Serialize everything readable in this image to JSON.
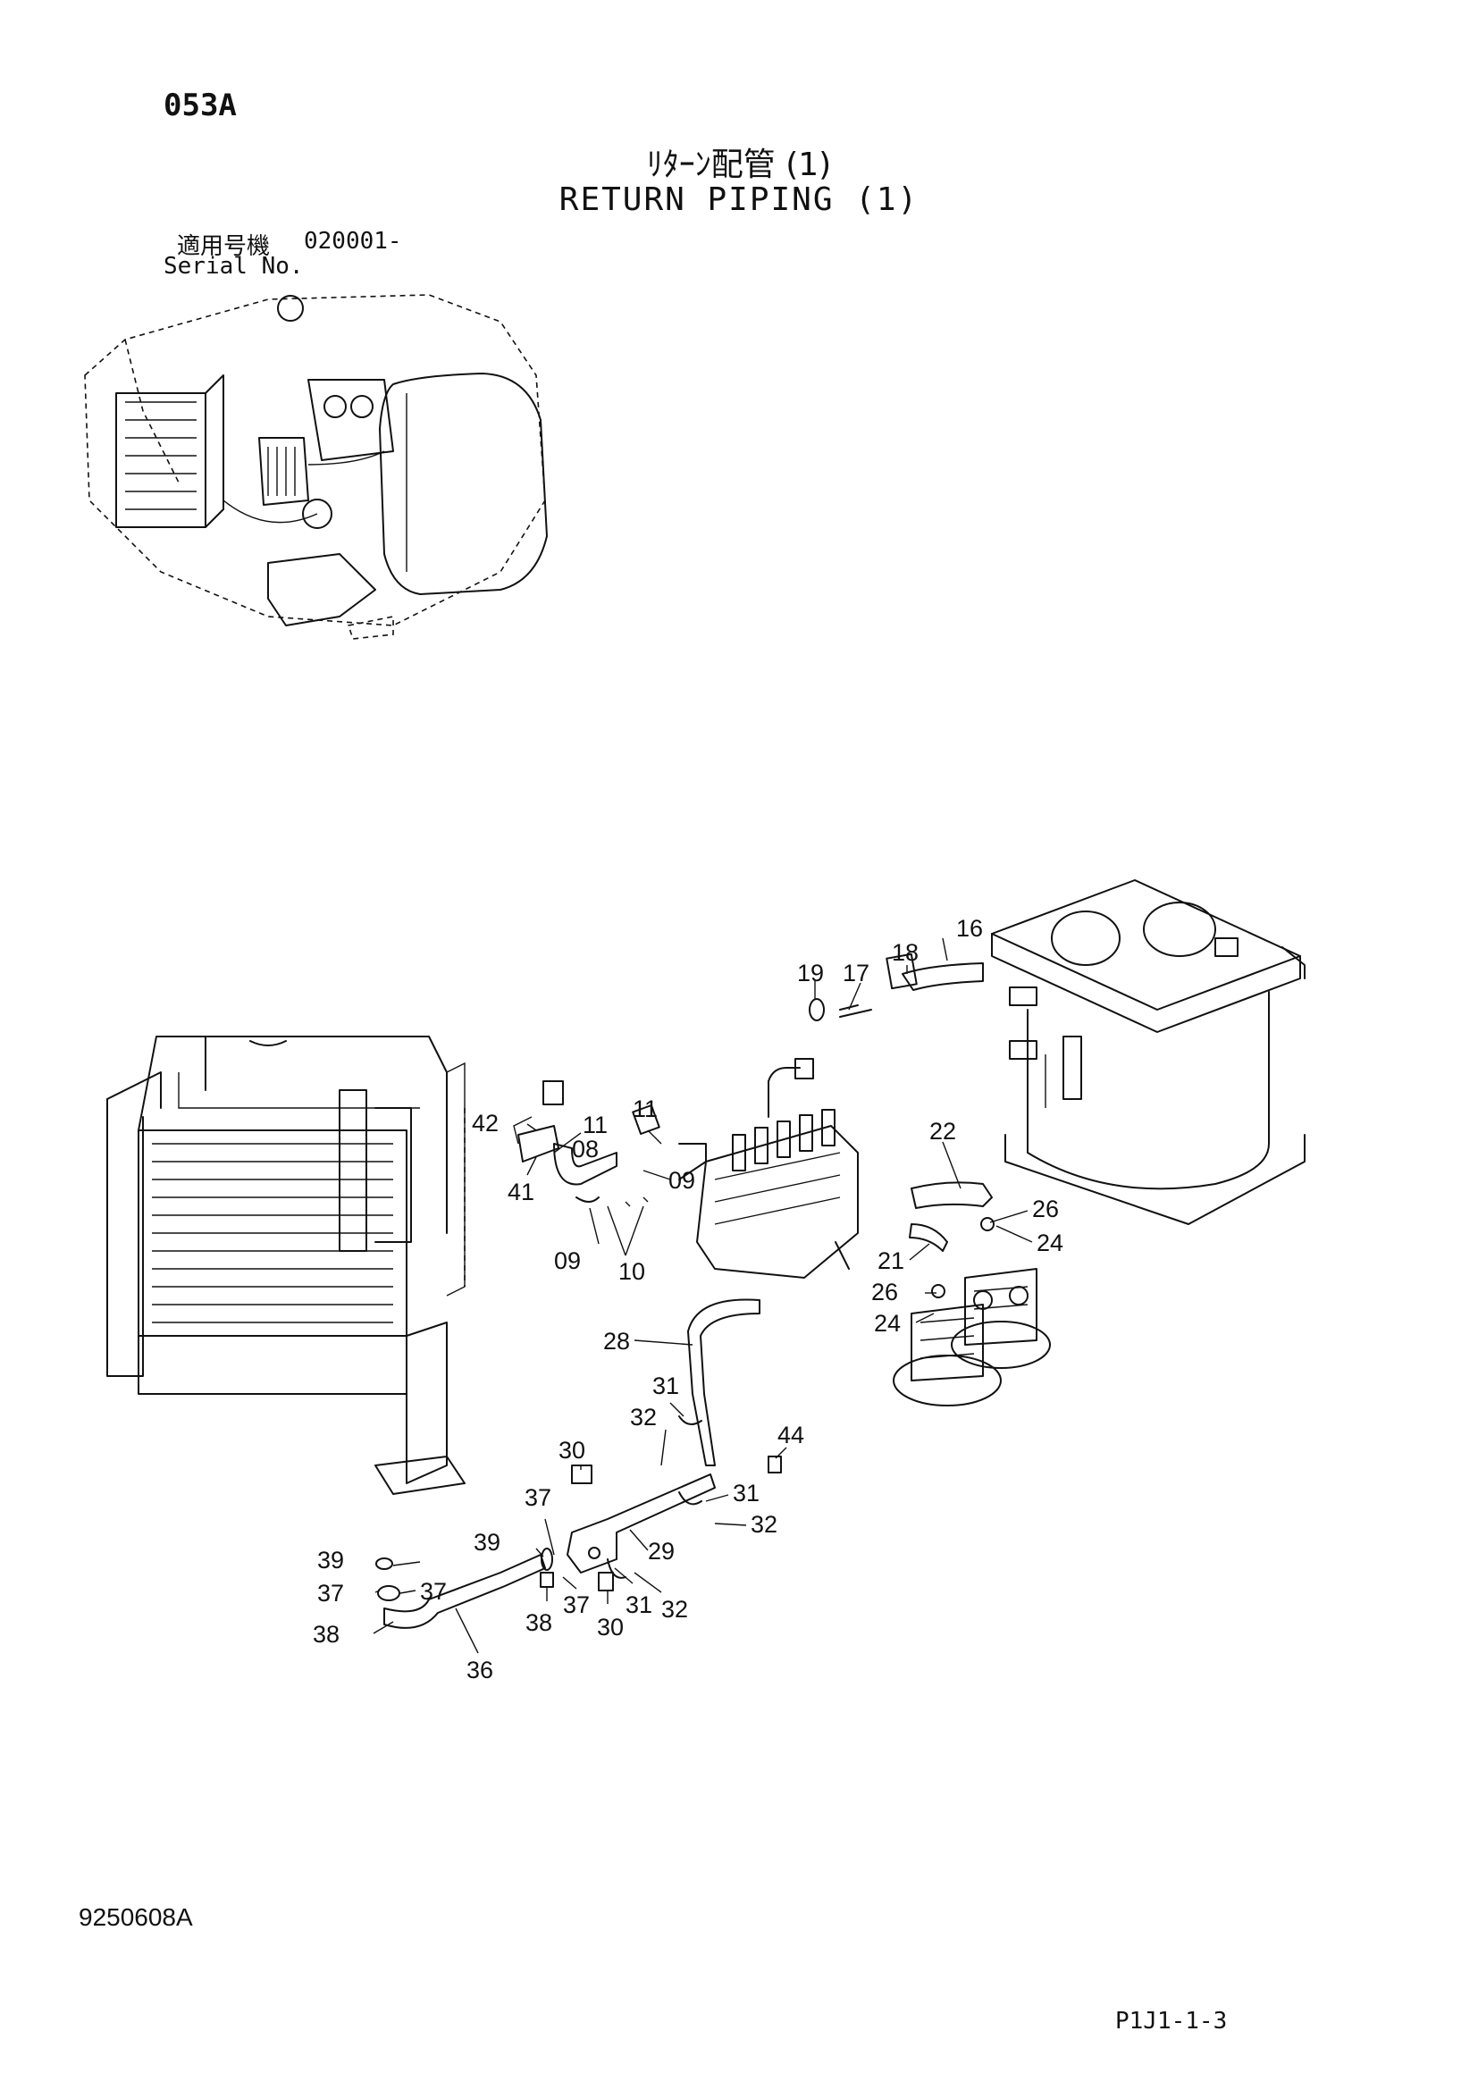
{
  "header": {
    "page_code": "053A",
    "title_jp": "ﾘﾀｰﾝ配管 (1)",
    "title_en": "RETURN PIPING (1)",
    "serial_label_jp": "適用号機",
    "serial_value": "020001-",
    "serial_label_en": "Serial No."
  },
  "footer": {
    "drawing_number": "9250608A",
    "sheet_ref": "P1J1-1-3"
  },
  "callouts": {
    "c16": "16",
    "c18": "18",
    "c17": "17",
    "c19": "19",
    "c11a": "11",
    "c11b": "11",
    "c42": "42",
    "c08": "08",
    "c09a": "09",
    "c41": "41",
    "c09b": "09",
    "c10": "10",
    "c22": "22",
    "c26a": "26",
    "c24a": "24",
    "c21": "21",
    "c26b": "26",
    "c24b": "24",
    "c28": "28",
    "c31a": "31",
    "c32a": "32",
    "c30a": "30",
    "c44": "44",
    "c31b": "31",
    "c32b": "32",
    "c37a": "37",
    "c29": "29",
    "c39a": "39",
    "c39b": "39",
    "c37b": "37",
    "c37c": "37",
    "c37d": "37",
    "c31c": "31",
    "c32c": "32",
    "c38a": "38",
    "c38b": "38",
    "c30b": "30",
    "c36": "36"
  }
}
